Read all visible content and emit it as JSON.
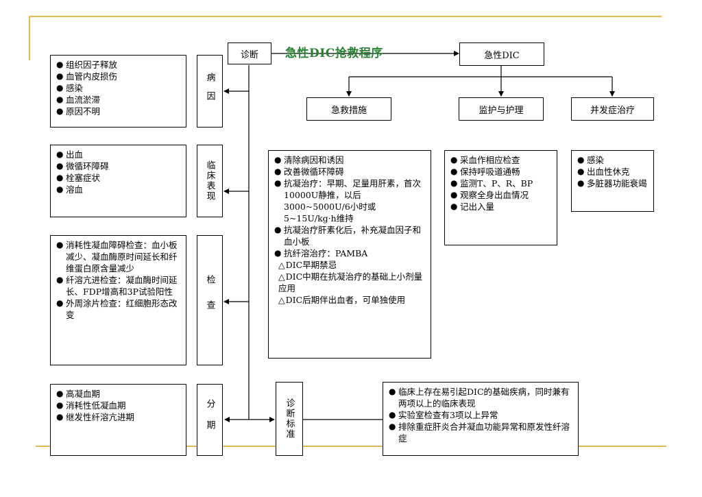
{
  "title": "急性DIC抢救程序",
  "colors": {
    "title": "#2a7f35",
    "rule": "#d4a017"
  },
  "center": {
    "diagnose": "诊断",
    "acute": "急性DIC",
    "criteria": "诊断标准"
  },
  "left": [
    {
      "label": "病因",
      "items": [
        "组织因子释放",
        "血管内皮损伤",
        "感染",
        "血流淤滞",
        "原因不明"
      ]
    },
    {
      "label": "临床表现",
      "items": [
        "出血",
        "微循环障碍",
        "栓塞症状",
        "溶血"
      ]
    },
    {
      "label": "检查",
      "items": [
        "消耗性凝血障碍检查：血小板减少、凝血酶原时间延长和纤维蛋白原含量减少",
        "纤溶亢进检查：凝血酶时间延长、FDP增高和3P试验阳性",
        "外周涂片检查：红细胞形态改变"
      ]
    },
    {
      "label": "分期",
      "items": [
        "高凝血期",
        "消耗性低凝血期",
        "继发性纤溶亢进期"
      ]
    }
  ],
  "branches": [
    {
      "label": "急救措施",
      "items": [
        "清除病因和诱因",
        "改善微循环障碍",
        "抗凝治疗：早期、足量用肝素，首次10000U静推，以后3000~5000U/6小时或5~15U/kg·h维持",
        "抗凝治疗肝素化后，补充凝血因子和血小板",
        "抗纤溶治疗：PAMBA"
      ],
      "subs": [
        "DIC早期禁忌",
        "DIC中期在抗凝治疗的基础上小剂量应用",
        "DIC后期伴出血者，可单独使用"
      ]
    },
    {
      "label": "监护与护理",
      "items": [
        "采血作相应检查",
        "保持呼吸道通畅",
        "监测T、P、R、BP",
        "观察全身出血情况",
        "记出入量"
      ]
    },
    {
      "label": "并发症治疗",
      "items": [
        "感染",
        "出血性休克",
        "多脏器功能衰竭"
      ]
    }
  ],
  "criteria_items": [
    "临床上存在易引起DIC的基础疾病，同时兼有两项以上的临床表现",
    "实验室检查有3项以上异常",
    "排除重症肝炎合并凝血功能异常和原发性纤溶症"
  ]
}
